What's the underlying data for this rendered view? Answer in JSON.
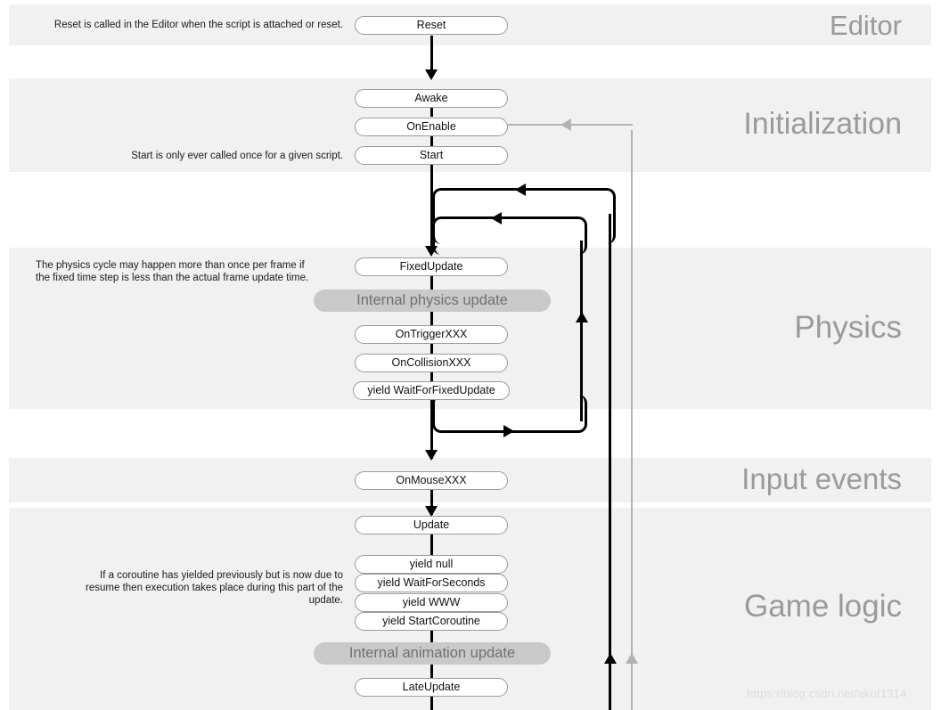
{
  "diagram": {
    "title": "Unity MonoBehaviour Script Lifecycle Flowchart",
    "watermark": "https://blog.csdn.net/akof1314",
    "colors": {
      "band": "#f1f1f1",
      "band_label": "#9a9a9a",
      "node_border": "#9b9b9b",
      "node_fill": "#ffffff",
      "internal_fill": "#c9c9c9",
      "internal_text": "#707070",
      "flow_black": "#000000",
      "flow_gray": "#b3b3b3",
      "watermark": "#dcdcdc"
    }
  },
  "bands": [
    {
      "id": "editor",
      "label": "Editor"
    },
    {
      "id": "initialization",
      "label": "Initialization"
    },
    {
      "id": "physics",
      "label": "Physics"
    },
    {
      "id": "input_events",
      "label": "Input events"
    },
    {
      "id": "game_logic",
      "label": "Game logic"
    }
  ],
  "notes": [
    {
      "id": "reset_note",
      "text": "Reset is called in the Editor when the script is attached or reset."
    },
    {
      "id": "start_note",
      "text": "Start is only ever called once for a given script."
    },
    {
      "id": "physics_note",
      "text": "The physics cycle may happen more than once per frame if\nthe fixed time step is less than the actual frame update time."
    },
    {
      "id": "coroutine_note",
      "text": "If a coroutine has yielded previously but is now due to\nresume then execution takes place during this part of the\nupdate."
    }
  ],
  "nodes": [
    {
      "id": "reset",
      "label": "Reset",
      "band": "editor"
    },
    {
      "id": "awake",
      "label": "Awake",
      "band": "initialization"
    },
    {
      "id": "on_enable",
      "label": "OnEnable",
      "band": "initialization"
    },
    {
      "id": "start",
      "label": "Start",
      "band": "initialization"
    },
    {
      "id": "fixed_update",
      "label": "FixedUpdate",
      "band": "physics"
    },
    {
      "id": "on_trigger_xxx",
      "label": "OnTriggerXXX",
      "band": "physics"
    },
    {
      "id": "on_collision_xxx",
      "label": "OnCollisionXXX",
      "band": "physics"
    },
    {
      "id": "yield_wait_for_fixed_update",
      "label": "yield WaitForFixedUpdate",
      "band": "physics"
    },
    {
      "id": "on_mouse_xxx",
      "label": "OnMouseXXX",
      "band": "input_events"
    },
    {
      "id": "update",
      "label": "Update",
      "band": "game_logic"
    },
    {
      "id": "yield_null",
      "label": "yield null",
      "band": "game_logic"
    },
    {
      "id": "yield_wait_for_seconds",
      "label": "yield WaitForSeconds",
      "band": "game_logic"
    },
    {
      "id": "yield_www",
      "label": "yield WWW",
      "band": "game_logic"
    },
    {
      "id": "yield_start_coroutine",
      "label": "yield StartCoroutine",
      "band": "game_logic"
    },
    {
      "id": "late_update",
      "label": "LateUpdate",
      "band": "game_logic"
    }
  ],
  "internal_steps": [
    {
      "id": "internal_physics_update",
      "label": "Internal physics update",
      "band": "physics"
    },
    {
      "id": "internal_animation_update",
      "label": "Internal animation update",
      "band": "game_logic"
    }
  ]
}
